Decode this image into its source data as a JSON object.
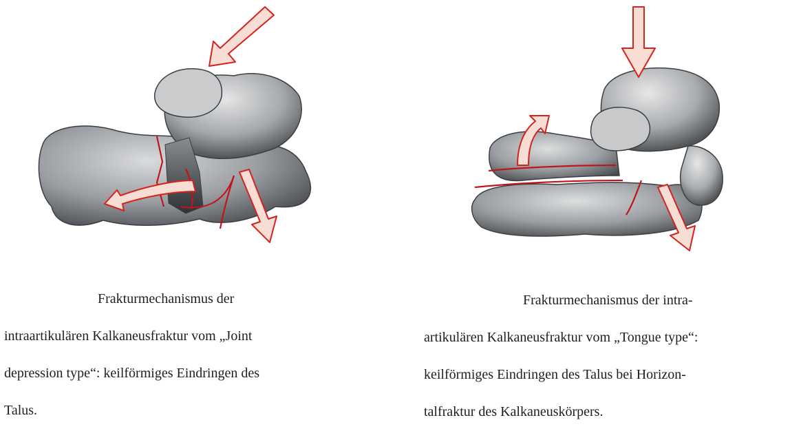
{
  "figures": [
    {
      "caption_lines": [
        "Frakturmechanismus der",
        "intraartikulären Kalkaneusfraktur vom „Joint",
        "depression type“: keilförmiges Eindringen des",
        "Talus."
      ],
      "colors": {
        "bone": "#8c8f93",
        "fracture": "#c0151b",
        "arrow_fill": "#f7ddd4"
      }
    },
    {
      "caption_lines": [
        "Frakturmechanismus der intra-",
        "artikulären Kalkaneusfraktur vom „Tongue type“:",
        "keilförmiges Eindringen des Talus bei Horizon-",
        "talfraktur des Kalkaneuskörpers."
      ],
      "colors": {
        "bone": "#8c8f93",
        "fracture": "#c0151b",
        "arrow_fill": "#f7ddd4"
      }
    }
  ]
}
